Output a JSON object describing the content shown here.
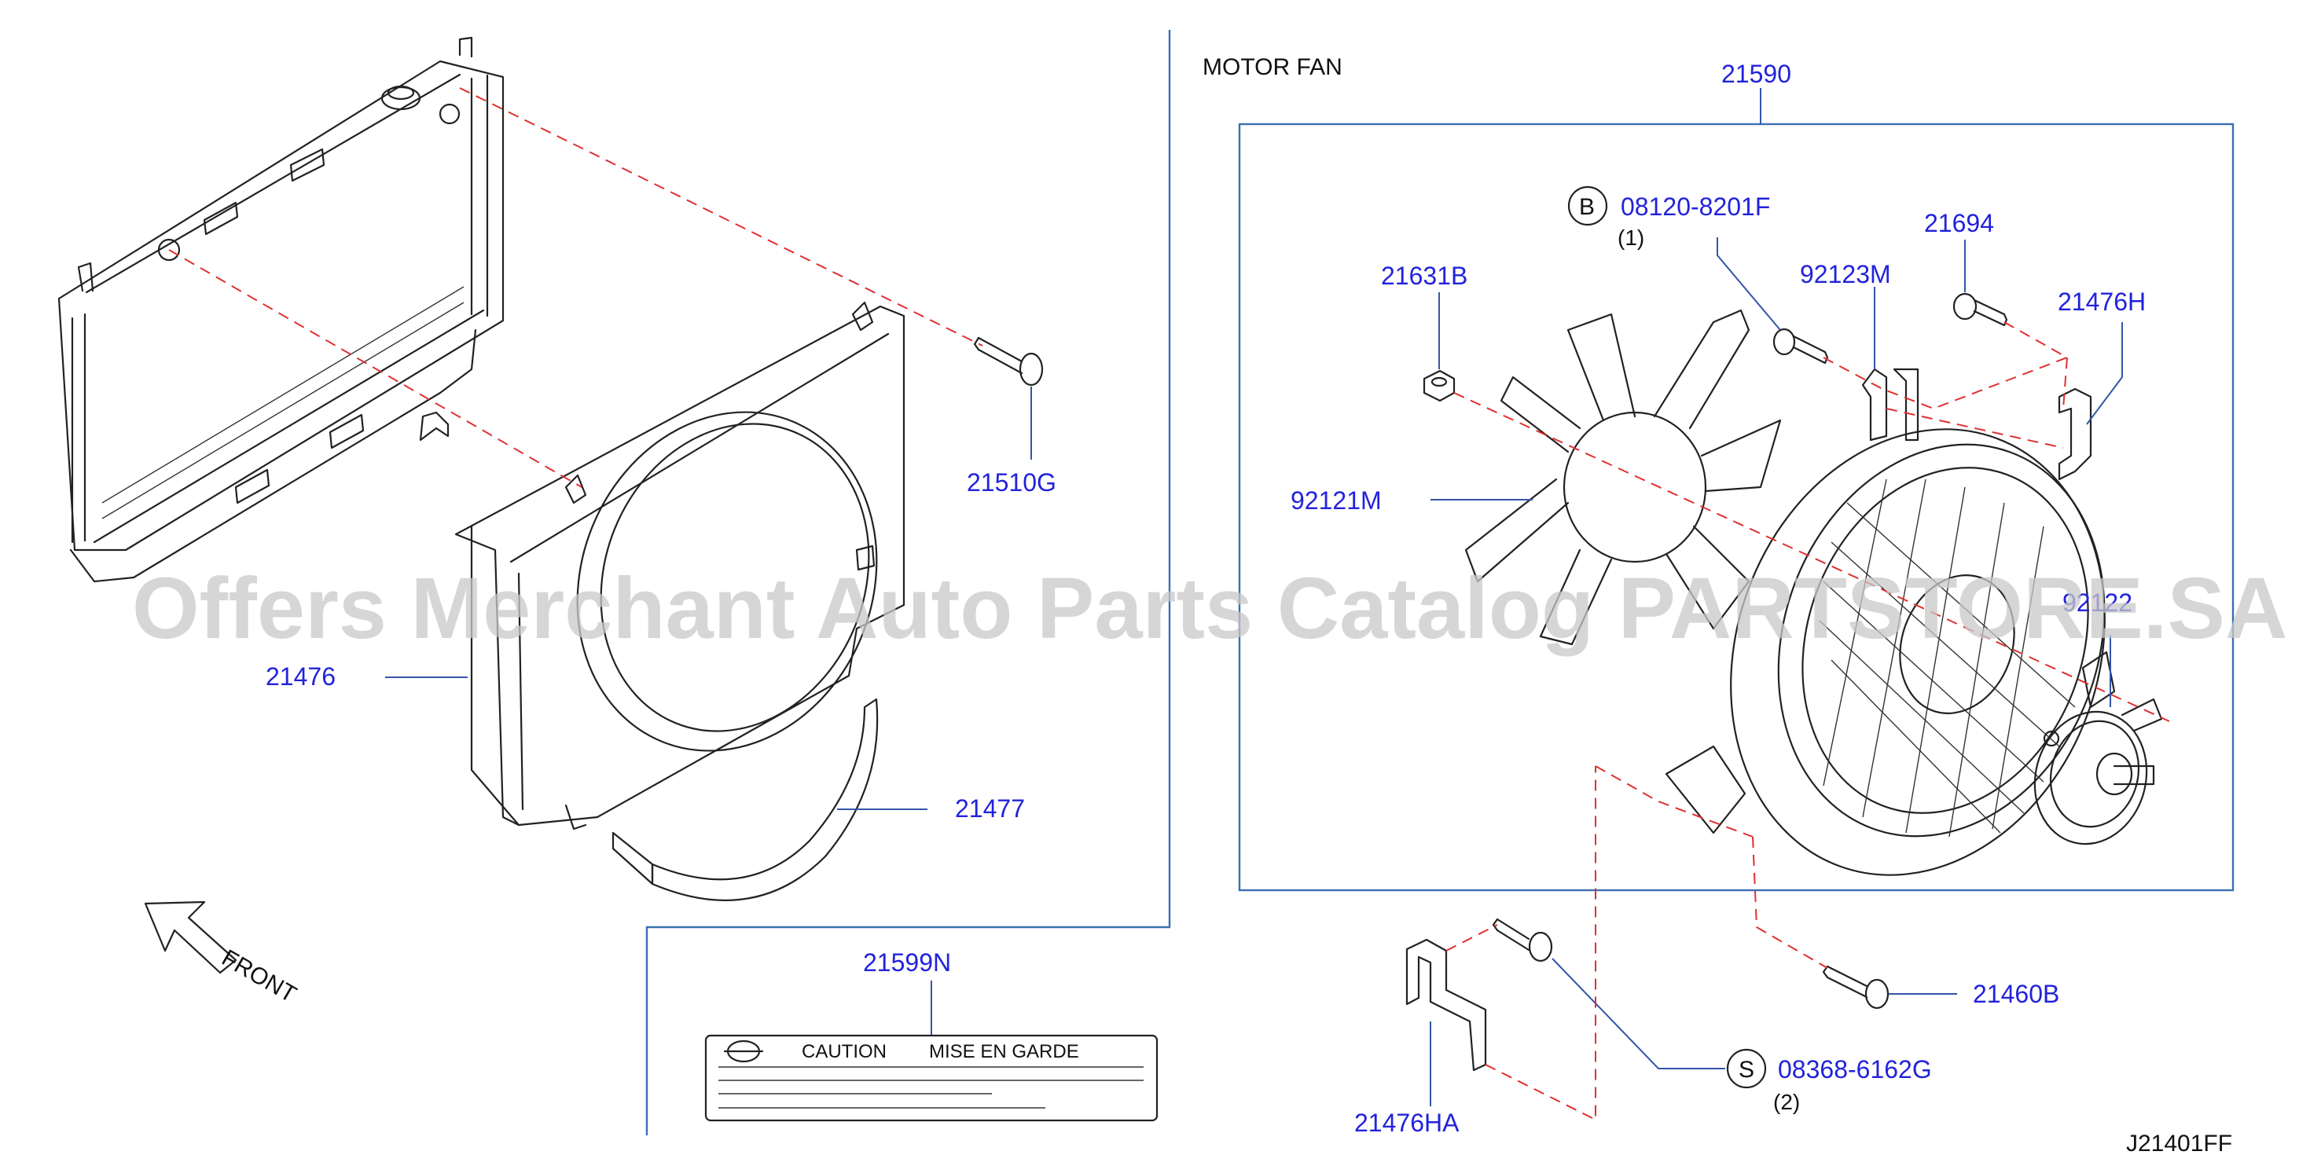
{
  "header": {
    "section_title": "MOTOR   FAN",
    "drawing_code": "J21401FF"
  },
  "watermark": "Offers Merchant Auto Parts Catalog PARTSTORE.SA",
  "front_label": "FRONT",
  "caution_label": {
    "left": "CAUTION",
    "right": "MISE   EN   GARDE"
  },
  "parts": {
    "p21510G": "21510G",
    "p21476": "21476",
    "p21477": "21477",
    "p21599N": "21599N",
    "p21590": "21590",
    "p08120": "08120-8201F",
    "p08120_qty": "(1)",
    "p21631B": "21631B",
    "p92123M": "92123M",
    "p21694": "21694",
    "p21476H": "21476H",
    "p92121M": "92121M",
    "p92122": "92122",
    "p21460B": "21460B",
    "p08368": "08368-6162G",
    "p08368_qty": "(2)",
    "p21476HA": "21476HA"
  },
  "badges": {
    "b": "B",
    "s": "S"
  },
  "colors": {
    "part_label": "#2222dd",
    "leader": "#3355aa",
    "dashed_guide": "#e03030",
    "frame": "#3a6fb0"
  }
}
